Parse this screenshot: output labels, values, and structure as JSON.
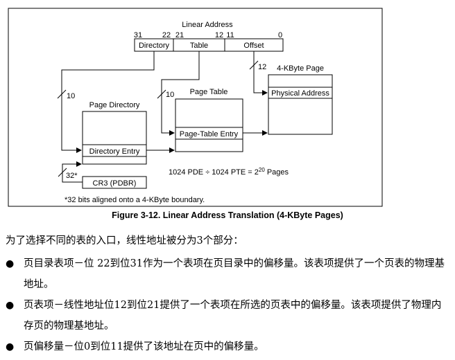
{
  "figure": {
    "title": "Linear Address",
    "bit_labels": [
      "31",
      "22",
      "21",
      "12",
      "11",
      "0"
    ],
    "fields": [
      "Directory",
      "Table",
      "Offset"
    ],
    "page_label": "4-KByte Page",
    "physical_address": "Physical Address",
    "page_table_label": "Page Table",
    "page_table_entry": "Page-Table Entry",
    "page_directory_label": "Page Directory",
    "directory_entry": "Directory Entry",
    "cr3": "CR3 (PDBR)",
    "widths": [
      "10",
      "10",
      "12",
      "32*"
    ],
    "formula_prefix": "1024 PDE ÷ 1024 PTE = 2",
    "formula_exp": "20",
    "formula_suffix": " Pages",
    "footnote": "*32 bits aligned onto a 4-KByte boundary.",
    "caption": "Figure 3-12.  Linear Address Translation (4-KByte Pages)"
  },
  "text": {
    "intro": "为了选择不同的表的入口，线性地址被分为3个部分：",
    "bullets": [
      "页目录表项－位 22到位31作为一个表项在页目录中的偏移量。该表项提供了一个页表的物理基地址。",
      "页表项－线性地址位12到位21提供了一个表项在所选的页表中的偏移量。该表项提供了物理内存页的物理基地址。",
      "页偏移量－位0到位11提供了该地址在页中的偏移量。"
    ]
  }
}
